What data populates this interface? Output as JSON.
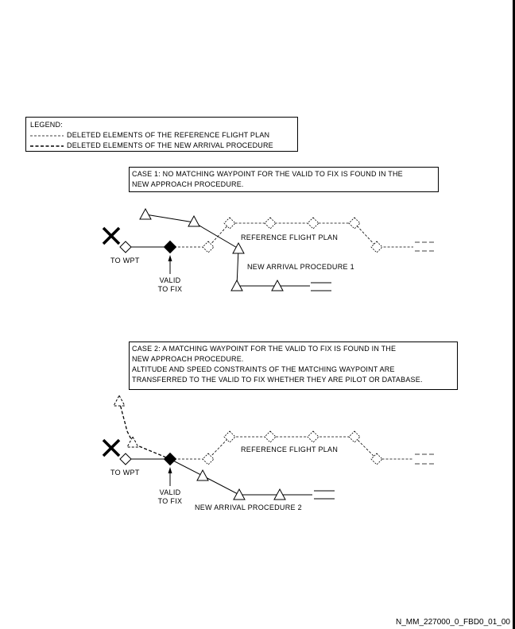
{
  "legend": {
    "title": "LEGEND:",
    "items": [
      {
        "label": "DELETED ELEMENTS OF THE REFERENCE FLIGHT PLAN",
        "style": "fine-dashed"
      },
      {
        "label": "DELETED ELEMENTS OF THE NEW ARRIVAL PROCEDURE",
        "style": "heavy-dashed"
      }
    ]
  },
  "case1": {
    "caption": [
      "CASE 1: NO MATCHING WAYPOINT FOR THE VALID TO FIX IS FOUND IN THE",
      "NEW APPROACH PROCEDURE."
    ],
    "labels": {
      "to_wpt": "TO WPT",
      "valid_line1": "VALID",
      "valid_line2": "TO FIX",
      "reference": "REFERENCE FLIGHT PLAN",
      "arrival": "NEW ARRIVAL PROCEDURE 1"
    }
  },
  "case2": {
    "caption": [
      "CASE 2: A MATCHING WAYPOINT FOR THE VALID TO FIX IS FOUND IN THE",
      "NEW APPROACH PROCEDURE.",
      "ALTITUDE AND SPEED CONSTRAINTS OF THE MATCHING WAYPOINT ARE",
      "TRANSFERRED TO THE VALID TO FIX WHETHER THEY ARE PILOT OR DATABASE."
    ],
    "labels": {
      "to_wpt": "TO WPT",
      "valid_line1": "VALID",
      "valid_line2": "TO FIX",
      "reference": "REFERENCE FLIGHT PLAN",
      "arrival": "NEW ARRIVAL PROCEDURE 2"
    }
  },
  "footer": {
    "figure_id": "N_MM_227000_0_FBD0_01_00"
  }
}
